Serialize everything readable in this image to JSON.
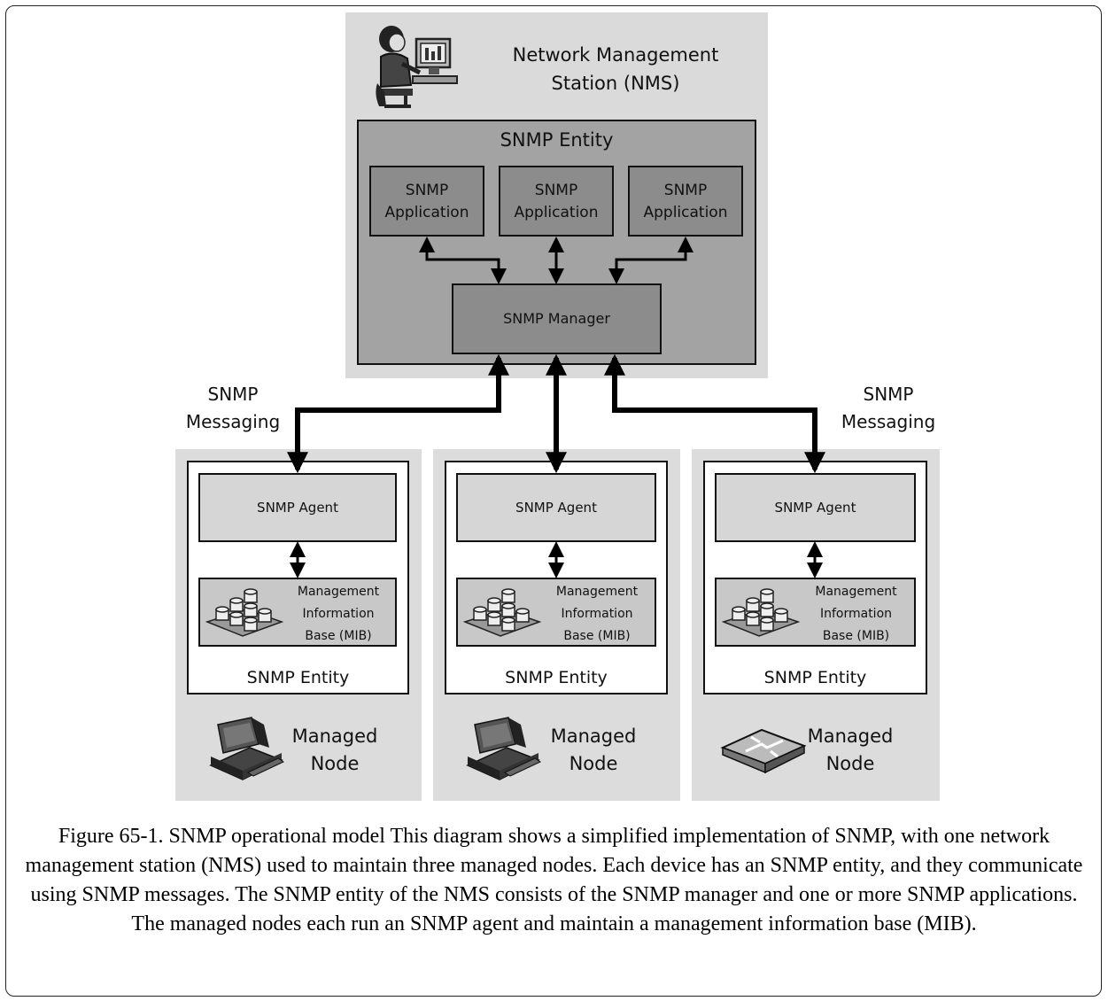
{
  "nms": {
    "title_line1": "Network Management",
    "title_line2": "Station (NMS)",
    "entity_label": "SNMP Entity",
    "applications": [
      {
        "line1": "SNMP",
        "line2": "Application"
      },
      {
        "line1": "SNMP",
        "line2": "Application"
      },
      {
        "line1": "SNMP",
        "line2": "Application"
      }
    ],
    "manager_label": "SNMP Manager",
    "icon": "person-at-computer-icon"
  },
  "messaging_labels": [
    {
      "line1": "SNMP",
      "line2": "Messaging"
    },
    {
      "line1": "SNMP",
      "line2": "Messaging"
    }
  ],
  "nodes": [
    {
      "agent": "SNMP Agent",
      "mib_line1": "Management",
      "mib_line2": "Information",
      "mib_line3": "Base (MIB)",
      "entity": "SNMP Entity",
      "name_line1": "Managed",
      "name_line2": "Node",
      "icon": "desktop-computer-icon"
    },
    {
      "agent": "SNMP Agent",
      "mib_line1": "Management",
      "mib_line2": "Information",
      "mib_line3": "Base (MIB)",
      "entity": "SNMP Entity",
      "name_line1": "Managed",
      "name_line2": "Node",
      "icon": "desktop-computer-icon"
    },
    {
      "agent": "SNMP Agent",
      "mib_line1": "Management",
      "mib_line2": "Information",
      "mib_line3": "Base (MIB)",
      "entity": "SNMP Entity",
      "name_line1": "Managed",
      "name_line2": "Node",
      "icon": "router-icon"
    }
  ],
  "caption": "Figure 65-1. SNMP operational model This diagram shows a simplified implementation of SNMP, with one network management station (NMS) used to maintain three managed nodes. Each device has an SNMP entity, and they communicate using SNMP messages. The SNMP entity of the NMS consists of the SNMP manager and one or more SNMP applications. The managed nodes each run an SNMP agent and maintain a management information base (MIB)."
}
